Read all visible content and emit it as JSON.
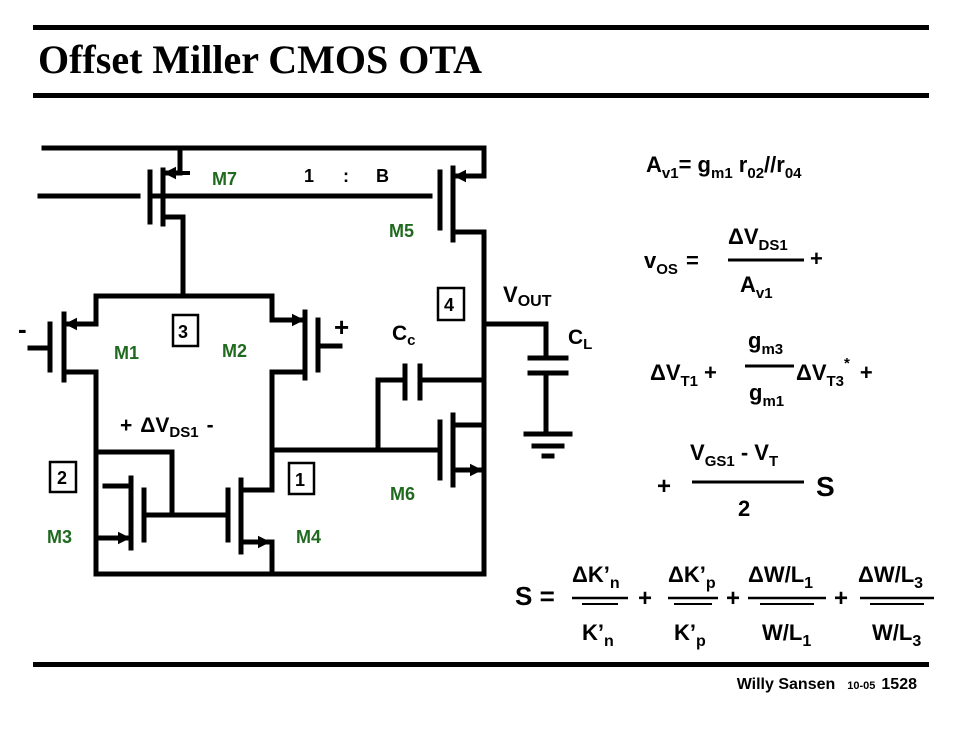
{
  "slide": {
    "title": "Offset Miller CMOS OTA",
    "footer": {
      "author": "Willy Sansen",
      "date": "10-05",
      "slide_number": "1528"
    }
  },
  "colors": {
    "text": "#000000",
    "device_label": "#1f6a1f",
    "background": "#ffffff"
  },
  "circuit": {
    "devices": [
      "M1",
      "M2",
      "M3",
      "M4",
      "M5",
      "M6",
      "M7"
    ],
    "ratio": {
      "left": "1",
      "sep": ":",
      "right": "B"
    },
    "nodes": [
      "1",
      "2",
      "3",
      "4"
    ],
    "input_minus": "-",
    "input_plus": "+",
    "output_label": {
      "main": "V",
      "sub": "OUT"
    },
    "cc_label": {
      "main": "C",
      "sub": "c"
    },
    "cl_label": {
      "main": "C",
      "sub": "L"
    },
    "vds1": {
      "plus": "+",
      "delta": "ΔV",
      "sub": "DS1",
      "minus": "-"
    }
  },
  "equations": {
    "av1": {
      "lhs": "A",
      "lhs_sub": "v1",
      "eq": "= g",
      "g_sub": "m1",
      "r": " r",
      "r_sub1": "02",
      "sep": "//r",
      "r_sub2": "04"
    },
    "vos": {
      "v": "v",
      "v_sub": "OS",
      "eq": "=",
      "num": "ΔV",
      "num_sub": "DS1",
      "den": "A",
      "den_sub": "v1",
      "plus": "+"
    },
    "vt": {
      "lead": "ΔV",
      "lead_sub": "T1",
      "plus": "+",
      "num": "g",
      "num_sub": "m3",
      "den": "g",
      "den_sub": "m1",
      "tail": "ΔV",
      "tail_sub": "T3",
      "star": "*",
      "plus2": "+"
    },
    "vgs": {
      "plus": "+",
      "num": "V",
      "num_sub": "GS1",
      "minus": " - V",
      "vt_sub": "T",
      "den": "2",
      "s": "S"
    },
    "s_eq": {
      "lhs": "S =",
      "terms": [
        {
          "num": "ΔK’",
          "num_sub": "n",
          "den": "K’",
          "den_sub": "n"
        },
        {
          "num": "ΔK’",
          "num_sub": "p",
          "den": "K’",
          "den_sub": "p"
        },
        {
          "num": "ΔW/L",
          "num_sub": "1",
          "den": "W/L",
          "den_sub": "1"
        },
        {
          "num": "ΔW/L",
          "num_sub": "3",
          "den": "W/L",
          "den_sub": "3"
        }
      ],
      "plus": "+"
    }
  }
}
